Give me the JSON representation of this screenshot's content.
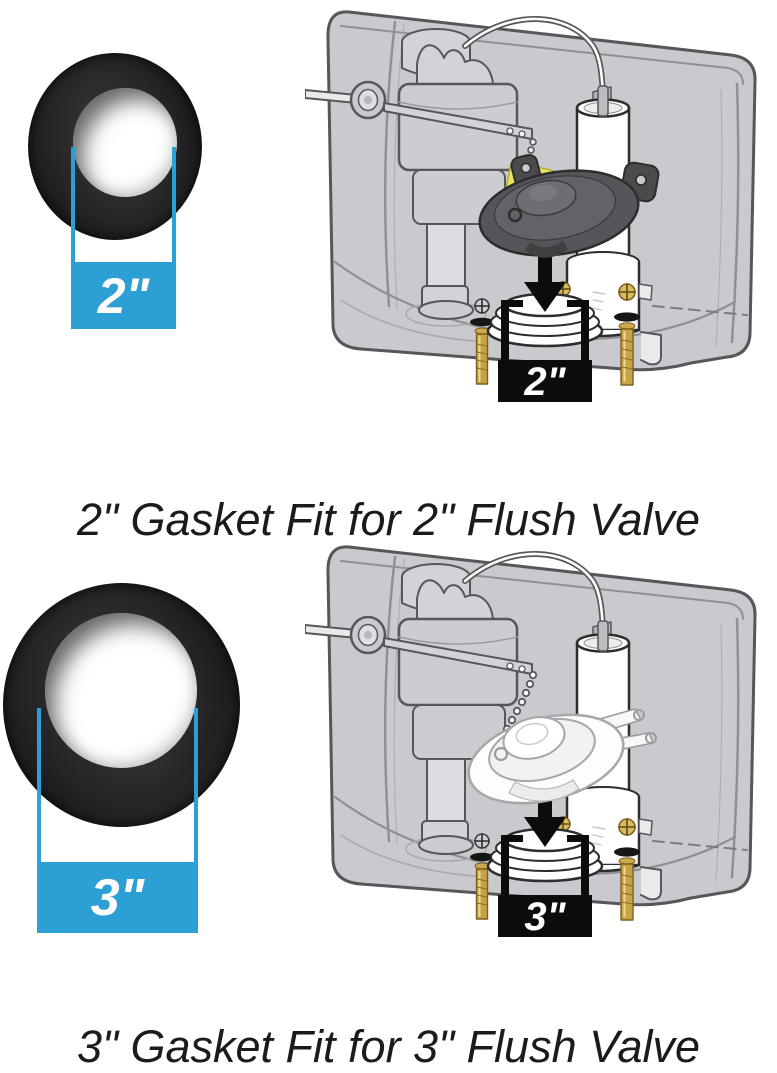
{
  "image_kind": "toilet-flush-valve-gasket-product-diagram",
  "colors": {
    "accent_blue": "#2c9fd5",
    "measure_black": "#0c0c0c",
    "tank_gray": "#c9cacd",
    "outline_gray": "#56575b",
    "flapper_dark": "#56565a",
    "flapper_white": "#fdfdfe",
    "tag_yellow": "#ece45c",
    "brass": "#c7a246",
    "caption_text": "#1b1b1b",
    "background": "#ffffff"
  },
  "sections": [
    {
      "gasket_label": "2\"",
      "valve_label": "2\"",
      "caption": "2\" Gasket Fit for 2\" Flush Valve"
    },
    {
      "gasket_label": "3\"",
      "valve_label": "3\"",
      "caption": "3\" Gasket Fit for 3\" Flush Valve"
    }
  ]
}
